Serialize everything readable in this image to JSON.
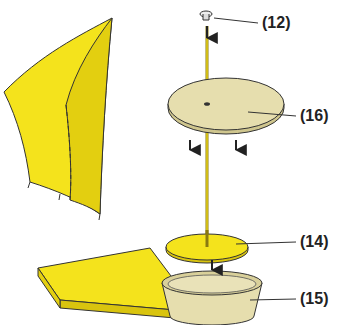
{
  "diagram": {
    "labels": [
      "(12)",
      "(16)",
      "(14)",
      "(15)"
    ]
  }
}
